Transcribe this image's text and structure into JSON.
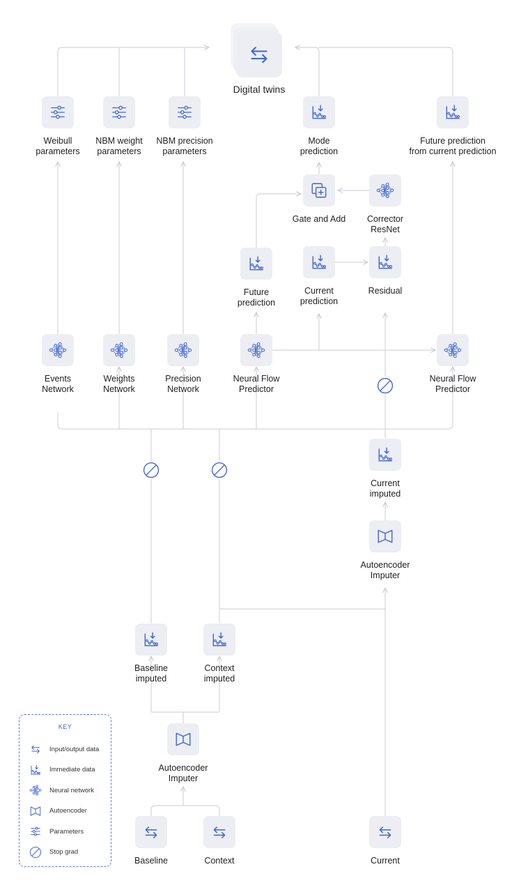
{
  "colors": {
    "icon": "#3f64d8",
    "box": "#eceef3",
    "line": "#d2d5dc"
  },
  "nodes": {
    "digital_twins": "Digital twins",
    "weibull_params": "Weibull\nparameters",
    "nbm_weight_params": "NBM weight\nparameters",
    "nbm_precision_params": "NBM precision\nparameters",
    "mode_prediction": "Mode\nprediction",
    "future_from_current": "Future prediction\nfrom current prediction",
    "gate_and_add": "Gate and Add",
    "corrector_resnet": "Corrector\nResNet",
    "future_prediction": "Future\nprediction",
    "current_prediction": "Current\nprediction",
    "residual": "Residual",
    "events_network": "Events\nNetwork",
    "weights_network": "Weights\nNetwork",
    "precision_network": "Precision\nNetwork",
    "neural_flow_1": "Neural Flow\nPredictor",
    "neural_flow_2": "Neural Flow\nPredictor",
    "current_imputed": "Current\nimputed",
    "autoencoder_top": "Autoencoder\nImputer",
    "baseline_imputed": "Baseline\nimputed",
    "context_imputed": "Context\nimputed",
    "autoencoder_bottom": "Autoencoder\nImputer",
    "baseline": "Baseline",
    "context": "Context",
    "current": "Current"
  },
  "key": {
    "title": "KEY",
    "items": [
      {
        "icon": "io",
        "label": "Input/output data"
      },
      {
        "icon": "chart",
        "label": "Immediate data"
      },
      {
        "icon": "nn",
        "label": "Neural network"
      },
      {
        "icon": "ae",
        "label": "Autoencoder"
      },
      {
        "icon": "params",
        "label": "Parameters"
      },
      {
        "icon": "stop",
        "label": "Stop grad"
      }
    ]
  }
}
